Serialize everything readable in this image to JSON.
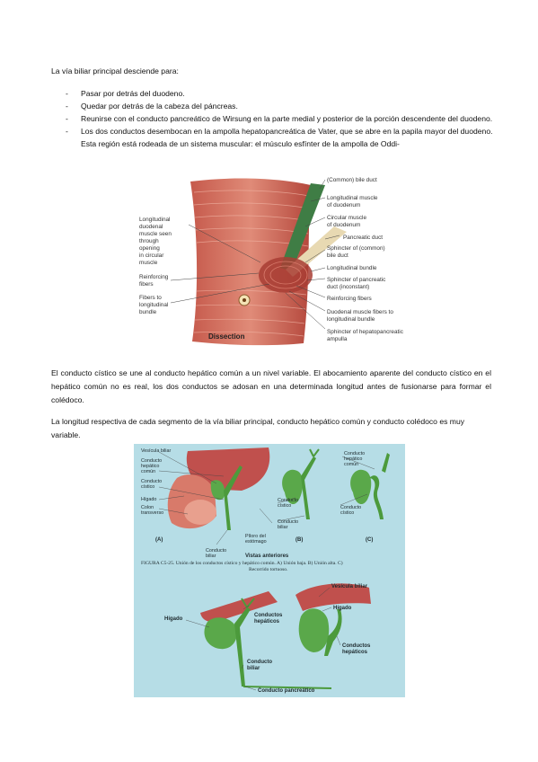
{
  "intro": "La vía biliar principal desciende para:",
  "bullets": [
    "Pasar por detrás del duodeno.",
    "Quedar por detrás de la cabeza del páncreas.",
    "Reunirse con el conducto pancreático de Wirsung en la parte medial y posterior de la porción descendente del duodeno.",
    "Los dos conductos desembocan en la ampolla hepatopancreática de Vater, que se abre en la papila mayor del duodeno. Esta región está rodeada de un sistema muscular: el músculo esfínter de la ampolla de Oddi-"
  ],
  "figure1": {
    "left_labels": [
      "Longitudinal",
      "duodenal",
      "muscle seen",
      "through",
      "opening",
      "in circular",
      "muscle",
      "Reinforcing",
      "fibers",
      "Fibers to",
      "longitudinal",
      "bundle"
    ],
    "right_labels": [
      "(Common) bile duct",
      "Longitudinal muscle",
      "of duodenum",
      "Circular muscle",
      "of duodenum",
      "Pancreatic duct",
      "Sphincter of (common)",
      "bile duct",
      "Longitudinal bundle",
      "Sphincter of pancreatic",
      "duct (inconstant)",
      "Reinforcing fibers",
      "Duodenal muscle fibers to",
      "longitudinal bundle",
      "Sphincter of hepatopancreatic",
      "ampulla"
    ],
    "caption": "Dissection"
  },
  "paragraph1": "El conducto cístico se une al conducto hepático común a un nivel variable. El abocamiento aparente del conducto cístico en el hepático común no es real, los dos conductos se adosan en una determinada longitud antes de fusionarse para formar el colédoco.",
  "paragraph2": "La longitud respectiva de cada segmento de la vía biliar principal, conducto hepático común y conducto colédoco es muy variable.",
  "figure2": {
    "panelA": [
      "Vesícula biliar",
      "Conducto",
      "hepático",
      "común",
      "Conducto",
      "cístico",
      "Hígado",
      "Colon",
      "transverso",
      "Píloro del",
      "estómago",
      "Conducto",
      "biliar",
      "(A)"
    ],
    "panelB": [
      "Conducto",
      "cístico",
      "Conducto",
      "biliar",
      "(B)"
    ],
    "panelC": [
      "Conducto",
      "hepático",
      "común",
      "Conducto",
      "cístico",
      "(C)"
    ],
    "views": "Vistas anteriores",
    "caption_line1": "FIGURA C5-25. Unión de los conductos cístico y hepático común. A) Unión baja. B) Unión alta. C)",
    "caption_line2": "Recorrido tortuoso.",
    "bottom_left": [
      "Hígado",
      "Conductos",
      "hepáticos",
      "Conducto",
      "biliar",
      "Conducto pancreático"
    ],
    "bottom_right": [
      "Vesícula biliar",
      "Hígado",
      "Conductos",
      "hepáticos"
    ]
  }
}
